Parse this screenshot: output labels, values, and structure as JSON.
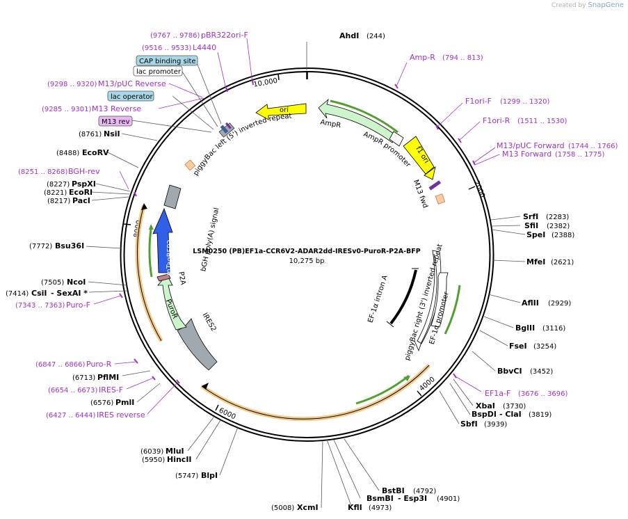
{
  "app": {
    "credit_prefix": "Created by",
    "credit_brand": "SnapGene"
  },
  "plasmid": {
    "name": "LSM0250 (PB)EF1a-CCR6V2-ADAR2dd-IRESv0-PuroR-P2A-BFP",
    "length_label": "10,275 bp"
  },
  "ruler": [
    "2000",
    "4000",
    "6000",
    "8000",
    "10,000"
  ],
  "sites": {
    "ahdi": {
      "name": "AhdI",
      "pos": "(244)"
    },
    "srfi": {
      "name": "SrfI",
      "pos": "(2283)"
    },
    "sfii": {
      "name": "SfiI",
      "pos": "(2382)"
    },
    "spei": {
      "name": "SpeI",
      "pos": "(2388)"
    },
    "mfei": {
      "name": "MfeI",
      "pos": "(2621)"
    },
    "aflii": {
      "name": "AflII",
      "pos": "(2929)"
    },
    "bglii": {
      "name": "BglII",
      "pos": "(3116)"
    },
    "fsei": {
      "name": "FseI",
      "pos": "(3254)"
    },
    "bbvci": {
      "name": "BbvCI",
      "pos": "(3452)"
    },
    "xbai": {
      "name": "XbaI",
      "pos": "(3730)"
    },
    "bspdi": {
      "name": "BspDI",
      "sep": "- ClaI",
      "pos": "(3819)"
    },
    "sbfi": {
      "name": "SbfI",
      "pos": "(3939)"
    },
    "bstbi": {
      "name": "BstBI",
      "pos": "(4792)"
    },
    "bsmbi": {
      "name": "BsmBI",
      "sep": "- Esp3I",
      "pos": "(4901)"
    },
    "kfli": {
      "name": "KflI",
      "pos": "(4973)"
    },
    "xcmi": {
      "name": "XcmI",
      "pos": "(5008)"
    },
    "blpi": {
      "name": "BlpI",
      "pos": "(5747)"
    },
    "hincii": {
      "name": "HincII",
      "pos": "(5950)"
    },
    "mlui": {
      "name": "MluI",
      "pos": "(6039)"
    },
    "pmli": {
      "name": "PmlI",
      "pos": "(6576)"
    },
    "pflmi": {
      "name": "PflMI",
      "pos": "(6713)"
    },
    "csii": {
      "name": "CsiI",
      "sep": "- SexAI *",
      "pos": "(7414)"
    },
    "ncoi": {
      "name": "NcoI",
      "pos": "(7505)"
    },
    "bsu36i": {
      "name": "Bsu36I",
      "pos": "(7772)"
    },
    "paci": {
      "name": "PacI",
      "pos": "(8217)"
    },
    "ecori": {
      "name": "EcoRI",
      "pos": "(8221)"
    },
    "pspxi": {
      "name": "PspXI",
      "pos": "(8227)"
    },
    "ecorv": {
      "name": "EcoRV",
      "pos": "(8488)"
    },
    "nsii": {
      "name": "NsiI",
      "pos": "(8761)"
    }
  },
  "primers": {
    "pbr322ori_f": {
      "name": "pBR322ori-F",
      "pos": "(9767 .. 9786)"
    },
    "l4440": {
      "name": "L4440",
      "pos": "(9516 .. 9533)"
    },
    "m13puc_rev": {
      "name": "M13/pUC Reverse",
      "pos": "(9298 .. 9320)"
    },
    "m13_reverse": {
      "name": "M13 Reverse",
      "pos": "(9285 .. 9301)"
    },
    "amp_r": {
      "name": "Amp-R",
      "pos": "(794 .. 813)"
    },
    "f1ori_f": {
      "name": "F1ori-F",
      "pos": "(1299 .. 1320)"
    },
    "f1ori_r": {
      "name": "F1ori-R",
      "pos": "(1511 .. 1530)"
    },
    "m13puc_fwd": {
      "name": "M13/pUC Forward",
      "pos": "(1744 .. 1766)"
    },
    "m13_forward": {
      "name": "M13 Forward",
      "pos": "(1758 .. 1775)"
    },
    "bgh_rev": {
      "name": "BGH-rev",
      "pos": "(8251 .. 8268)"
    },
    "puro_f": {
      "name": "Puro-F",
      "pos": "(7343 .. 7363)"
    },
    "puro_r": {
      "name": "Puro-R",
      "pos": "(6847 .. 6866)"
    },
    "ires_f": {
      "name": "IRES-F",
      "pos": "(6654 .. 6673)"
    },
    "ires_reverse": {
      "name": "IRES reverse",
      "pos": "(6427 .. 6444)"
    },
    "ef1a_f": {
      "name": "EF1a-F",
      "pos": "(3676 .. 3696)"
    }
  },
  "boxed_features": {
    "cap": "CAP binding site",
    "lac_promoter": "lac promoter",
    "lac_operator": "lac operator",
    "m13rev": "M13 rev"
  },
  "features": {
    "ori": "ori",
    "ampr": "AmpR",
    "ampr_promoter": "AmpR promoter",
    "f1ori": "f1 ori",
    "m13fwd": "M13 fwd",
    "pb_left": "piggyBac left (5') inverted repeat",
    "pb_right": "piggyBac right (3') inverted repeat",
    "ef1a_intron": "EF-1α intron A",
    "ef1a_promoter": "EF-1α promoter",
    "bgh": "bGH poly(A) signal",
    "mtagbfp2": "mTagBFP2",
    "p2a": "P2A",
    "puror": "PuroR",
    "ires2": "IRES2"
  },
  "colors": {
    "primer": "#a030c8",
    "ori": "#ffff00",
    "ampr": "#ccf5cc",
    "mtagbfp2": "#3060e8",
    "ires2": "#a0a8b0",
    "orf_orange": "#f0c070",
    "orf_green": "#50a030"
  }
}
